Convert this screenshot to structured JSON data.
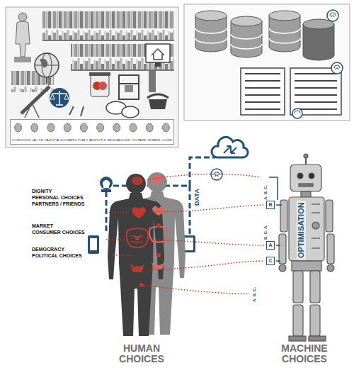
{
  "diagram": {
    "nodes": [
      {
        "text": [
          "CONFUCIUS",
          "LAO-TZI",
          "KAUTILYA",
          "SOCRATES",
          "PLATO",
          "ARISTOTLE",
          "IBN KHALDOUN",
          "VOLTAIRE",
          "HOBBES",
          "LOCKE"
        ]
      },
      {
        "text": [
          "B"
        ]
      },
      {
        "text": [
          "A"
        ]
      },
      {
        "text": [
          "C"
        ]
      }
    ],
    "labels": [
      "DIGNITY",
      "PERSONAL CHOICES",
      "PARTNERS / FRIENDS",
      "MARKET",
      "CONSUMER CHOICES",
      "DEMOCRACY",
      "POLITICAL CHOICES",
      "DATA",
      "OPTIMISATION",
      "A. B. C.",
      "B. C. A.",
      "A. B. C.",
      "HUMAN CHOICES",
      "MACHINE CHOICES"
    ]
  }
}
